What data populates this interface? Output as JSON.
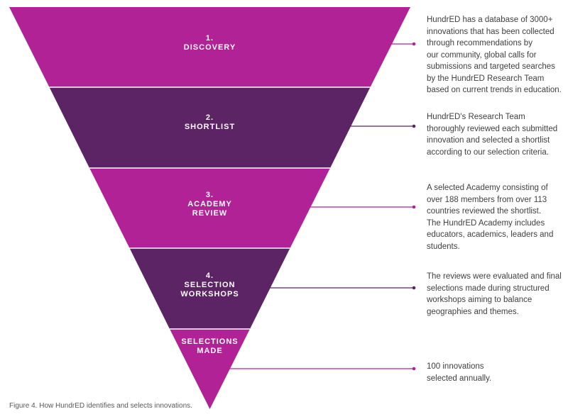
{
  "figure": {
    "caption": "Figure 4. How HundrED identifies and selects innovations."
  },
  "colors": {
    "magenta": "#b22297",
    "purple": "#5c2365",
    "body_text": "#414042",
    "caption_text": "#58595b"
  },
  "levels": [
    {
      "step": "1.",
      "name": "Discovery",
      "label": "1.\nDISCOVERY",
      "color": "#b22297",
      "description": "HundrED has a database of 3000+\ninnovations that has been collected\nthrough recommendations by\nour community, global calls for\nsubmissions and targeted searches\nby the HundrED Research Team\nbased on current trends in education."
    },
    {
      "step": "2.",
      "name": "Shortlist",
      "label": "2.\nSHORTLIST",
      "color": "#5c2365",
      "description": "HundrED's Research Team\nthoroughly reviewed each submitted\ninnovation and selected a shortlist\naccording to our selection criteria."
    },
    {
      "step": "3.",
      "name": "Academy Review",
      "label": "3.\nACADEMY\nREVIEW",
      "color": "#b22297",
      "description": "A selected Academy consisting of\nover 188 members from over 113\ncountries reviewed the shortlist.\nThe HundrED Academy includes\neducators, academics, leaders and\nstudents."
    },
    {
      "step": "4.",
      "name": "Selection Workshops",
      "label": "4.\nSELECTION\nWORKSHOPS",
      "color": "#5c2365",
      "description": "The reviews were evaluated and final\nselections made during structured\nworkshops aiming to balance\ngeographies and themes."
    },
    {
      "step": "",
      "name": "Selections Made",
      "label": "SELECTIONS\nMADE",
      "color": "#b22297",
      "description": "100 innovations\nselected annually."
    }
  ]
}
